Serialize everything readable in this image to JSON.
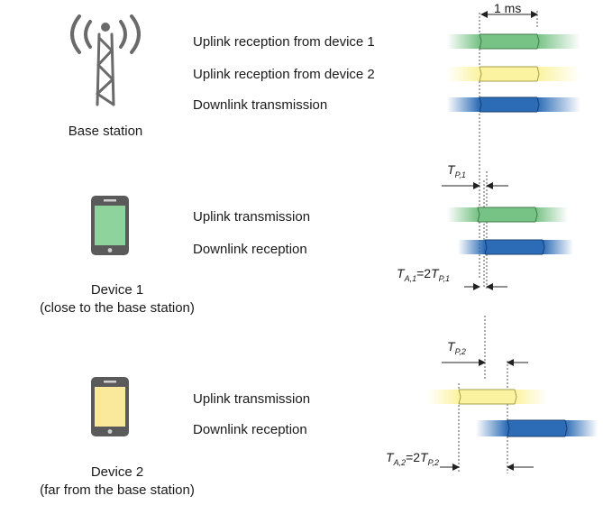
{
  "labels": {
    "bs_uplink_1": "Uplink reception from device 1",
    "bs_uplink_2": "Uplink reception from device 2",
    "bs_downlink": "Downlink transmission",
    "d1_uplink": "Uplink transmission",
    "d1_downlink": "Downlink reception",
    "d2_uplink": "Uplink transmission",
    "d2_downlink": "Downlink reception"
  },
  "captions": {
    "base_station": "Base station",
    "device1_name": "Device  1",
    "device1_note": "(close to the base station)",
    "device2_name": "Device 2",
    "device2_note": "(far from the base station)"
  },
  "annotations": {
    "subframe": "1 ms",
    "tp1_main": "T",
    "tp1_sub": "P,1",
    "ta1_main": "T",
    "ta1_sub": "A,1",
    "ta1_eq": "=2",
    "ta1_main2": "T",
    "ta1_sub2": "P,1",
    "tp2_main": "T",
    "tp2_sub": "P,2",
    "ta2_main": "T",
    "ta2_sub": "A,2",
    "ta2_eq": "=2",
    "ta2_main2": "T",
    "ta2_sub2": "P,2"
  },
  "colors": {
    "green": "#77c285",
    "green_dark": "#3e7c4a",
    "yellow": "#fbf3a0",
    "yellow_dark": "#a89c48",
    "blue": "#2c6cb6",
    "blue_dark": "#163e72",
    "device1_body": "#8ed39c",
    "device2_body": "#fbe99b"
  },
  "icons": {
    "base_station": "cell-tower-icon",
    "device1": "smartphone-icon",
    "device2": "smartphone-icon"
  }
}
